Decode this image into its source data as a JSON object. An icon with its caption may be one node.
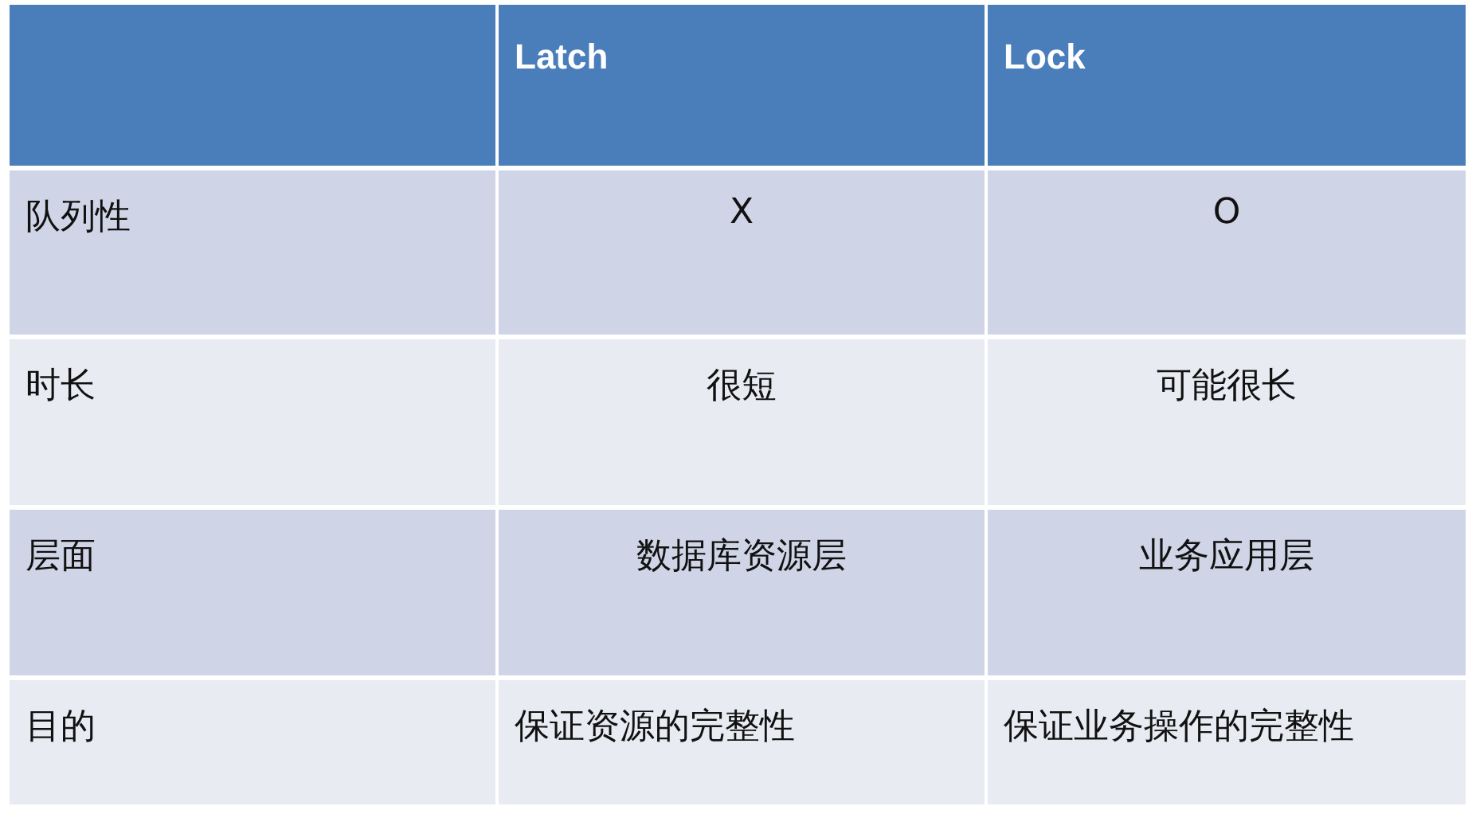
{
  "diagram": {
    "labels": [
      "Latch",
      "Lock",
      "队列性",
      "X",
      "O",
      "时长",
      "很短",
      "可能很长",
      "层面",
      "数据库资源层",
      "业务应用层",
      "目的",
      "保证资源的完整性",
      "保证业务操作的完整性"
    ]
  }
}
